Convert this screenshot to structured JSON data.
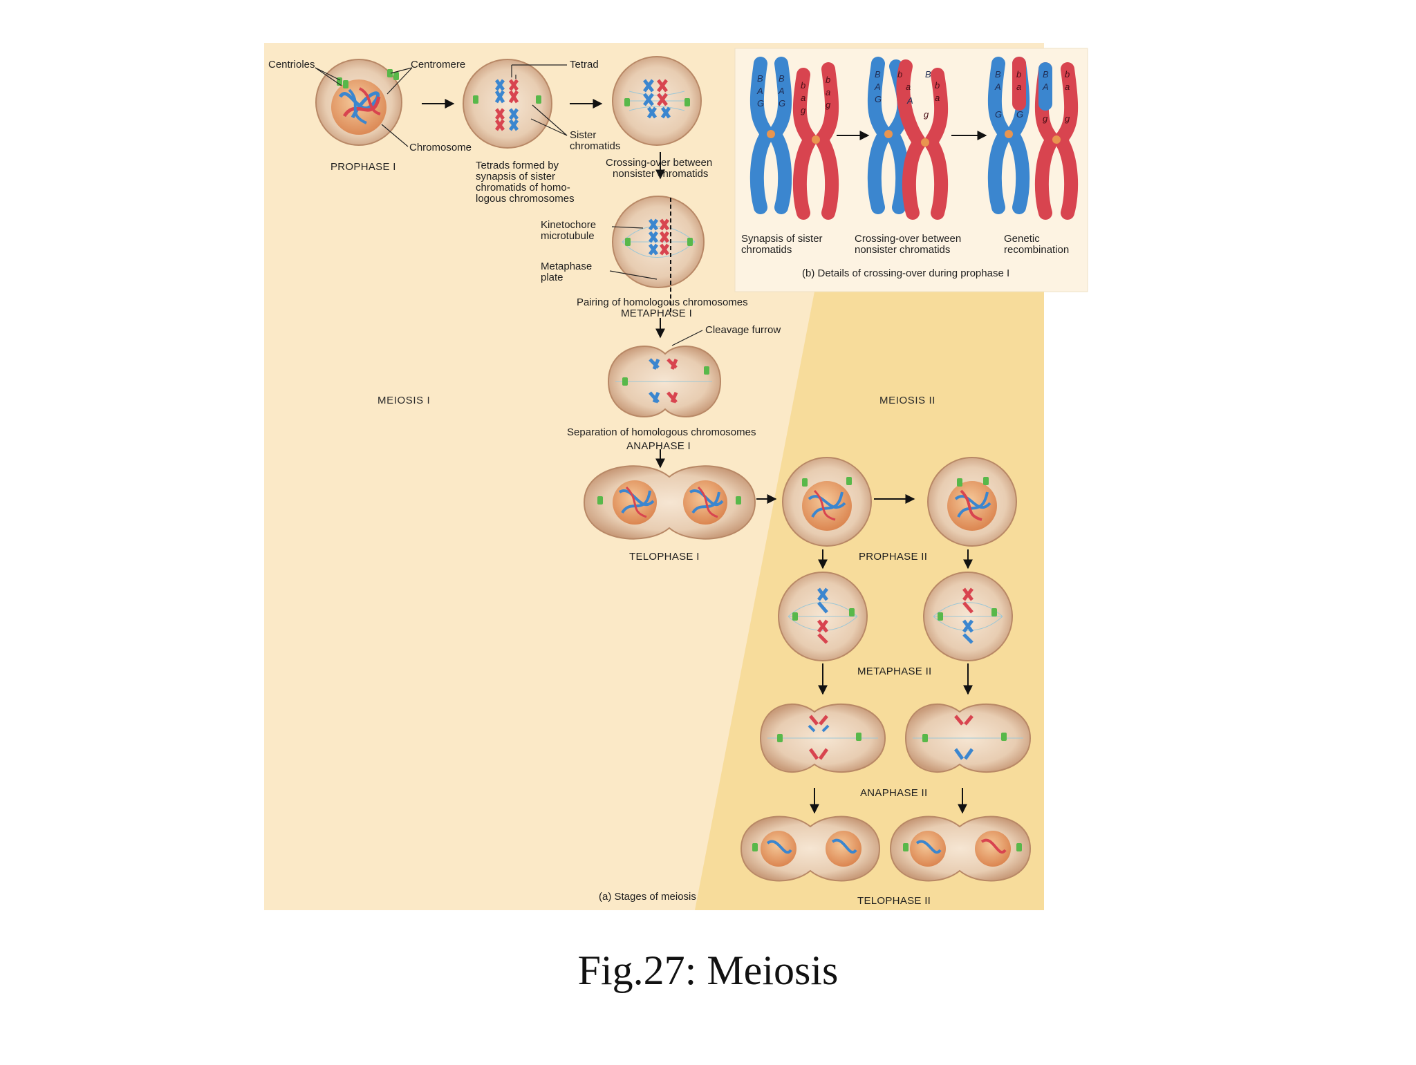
{
  "figure": {
    "caption": "Fig.27: Meiosis",
    "panel_a_label": "(a) Stages of meiosis",
    "panel_b_label": "(b) Details of crossing-over during prophase I"
  },
  "sections": {
    "meiosis_1": "MEIOSIS I",
    "meiosis_2": "MEIOSIS II"
  },
  "labels": {
    "centrioles": "Centrioles",
    "centromere": "Centromere",
    "tetrad": "Tetrad",
    "chromosome": "Chromosome",
    "sister_chromatids": [
      "Sister",
      "chromatids"
    ],
    "tetrads_formed": [
      "Tetrads formed by",
      "synapsis of sister",
      "chromatids of homo-",
      "logous chromosomes"
    ],
    "crossing_over": [
      "Crossing-over between",
      "nonsister chromatids"
    ],
    "kinetochore": [
      "Kinetochore",
      "microtubule"
    ],
    "metaphase_plate": [
      "Metaphase",
      "plate"
    ],
    "pairing": "Pairing of homologous chromosomes",
    "cleavage_furrow": "Cleavage furrow",
    "separation": "Separation of homologous chromosomes"
  },
  "stages": {
    "prophase_1": "PROPHASE I",
    "metaphase_1": "METAPHASE I",
    "anaphase_1": "ANAPHASE I",
    "telophase_1": "TELOPHASE I",
    "prophase_2": "PROPHASE II",
    "metaphase_2": "METAPHASE II",
    "anaphase_2": "ANAPHASE II",
    "telophase_2": "TELOPHASE II"
  },
  "panel_b": {
    "synapsis": [
      "Synapsis of sister",
      "chromatids"
    ],
    "crossing": [
      "Crossing-over between",
      "nonsister chromatids"
    ],
    "recombination": [
      "Genetic",
      "recombination"
    ],
    "genes_upper": [
      "B",
      "A",
      "G"
    ],
    "genes_lower": [
      "b",
      "a",
      "g"
    ]
  },
  "colors": {
    "meiosis1_bg": "#fbe9c7",
    "meiosis2_bg": "#f7dc9b",
    "cell_fill": "#dfc0a0",
    "cell_rim": "#c49a7a",
    "maternal_chromosome": "#3b86cf",
    "paternal_chromosome": "#d8444f",
    "centriole": "#58b84a",
    "nucleus": "#e58a52"
  }
}
